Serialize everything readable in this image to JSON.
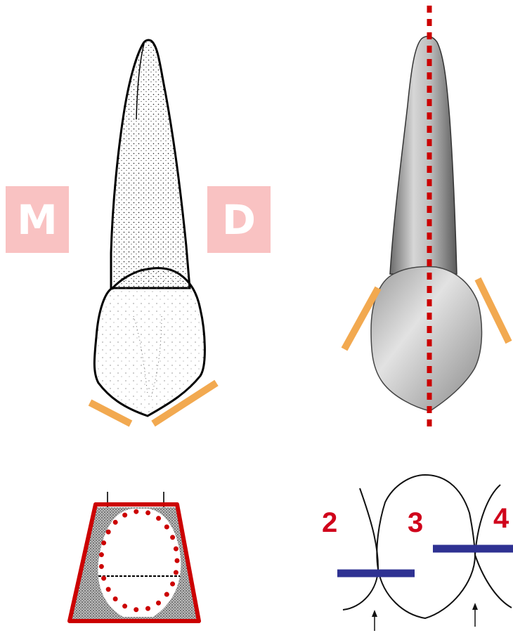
{
  "labels": {
    "mesial": "M",
    "distal": "D"
  },
  "contact_numbers": [
    "2",
    "3",
    "4"
  ],
  "colors": {
    "label_box": "#f9c2c2",
    "orange_marker": "#f2a950",
    "red_line": "#cc0000",
    "blue_line": "#2e3192",
    "number_red": "#d0021b"
  }
}
